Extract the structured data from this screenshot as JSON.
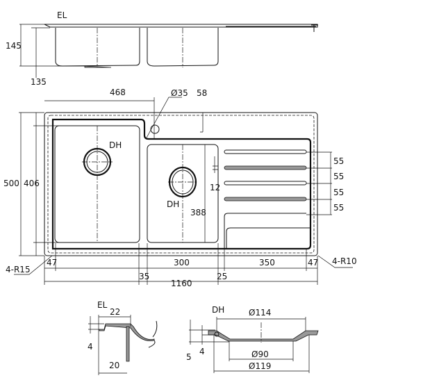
{
  "labels": {
    "el": "EL",
    "dh": "DH",
    "h145": "145",
    "h135": "135",
    "d468": "468",
    "d35hole": "Ø35",
    "d58": "58",
    "d500": "500",
    "d406": "406",
    "dh1": "DH",
    "dh2": "DH",
    "d388": "388",
    "d12": "12",
    "s1": "55",
    "s2": "55",
    "s3": "55",
    "s4": "55",
    "r15": "4-R15",
    "r10": "4-R10",
    "w47a": "47",
    "w300": "300",
    "w350": "350",
    "w47b": "47",
    "w35": "35",
    "w25": "25",
    "w1160": "1160",
    "el_title": "EL",
    "el22": "22",
    "el4": "4",
    "el20": "20",
    "dh_title": "DH",
    "dh114": "Ø114",
    "dh90": "Ø90",
    "dh119": "Ø119",
    "dh5": "5",
    "dh4": "4"
  }
}
